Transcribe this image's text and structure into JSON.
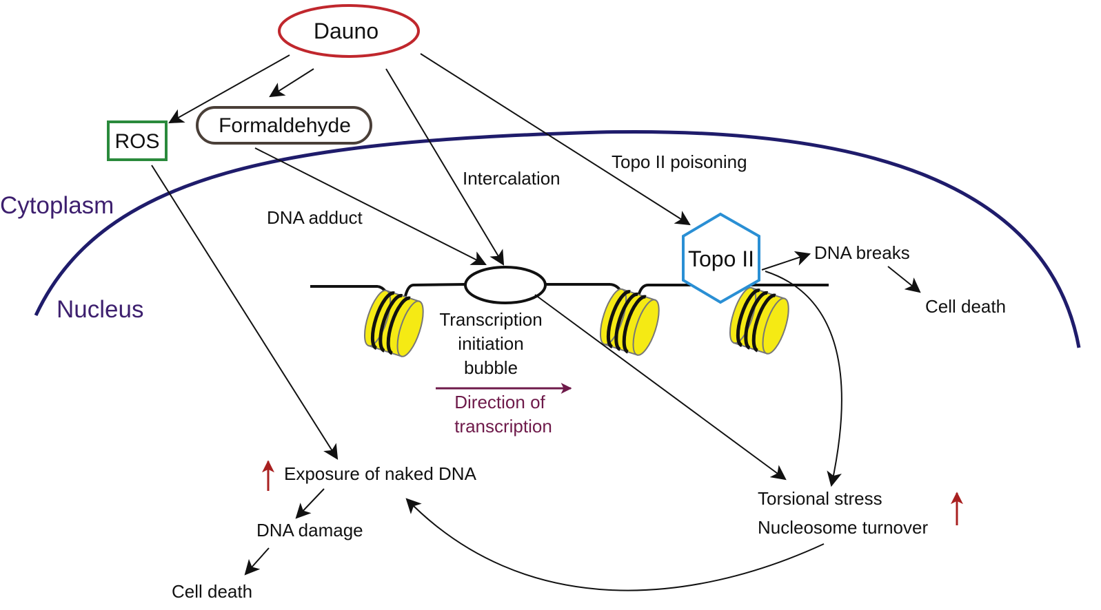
{
  "nodes": {
    "dauno": "Dauno",
    "ros": "ROS",
    "formaldehyde": "Formaldehyde",
    "topo2": "Topo II"
  },
  "compartments": {
    "cytoplasm": "Cytoplasm",
    "nucleus": "Nucleus"
  },
  "pathways": {
    "intercalation": "Intercalation",
    "topo2_poisoning": "Topo II poisoning",
    "dna_adduct": "DNA adduct"
  },
  "bubble_lines": [
    "Transcription",
    "initiation",
    "bubble"
  ],
  "direction_lines": [
    "Direction of",
    "transcription"
  ],
  "outcomes": {
    "dna_breaks": "DNA breaks",
    "cell_death_right": "Cell death",
    "exposure": "Exposure of naked DNA",
    "dna_damage": "DNA damage",
    "cell_death_bottom": "Cell death",
    "torsional_stress": "Torsional stress",
    "nucleosome_turnover": "Nucleosome turnover"
  },
  "colors": {
    "dauno_outline": "#c0272d",
    "ros_outline": "#2a8a3c",
    "formaldehyde_outline": "#4a3f38",
    "topo2_outline": "#2a8fd4",
    "membrane": "#1f1c6b",
    "compartment_label": "#3d1f6e",
    "direction": "#6e1a4a",
    "increase_arrow": "#a82020",
    "nucleosome_fill": "#f5ea14"
  }
}
